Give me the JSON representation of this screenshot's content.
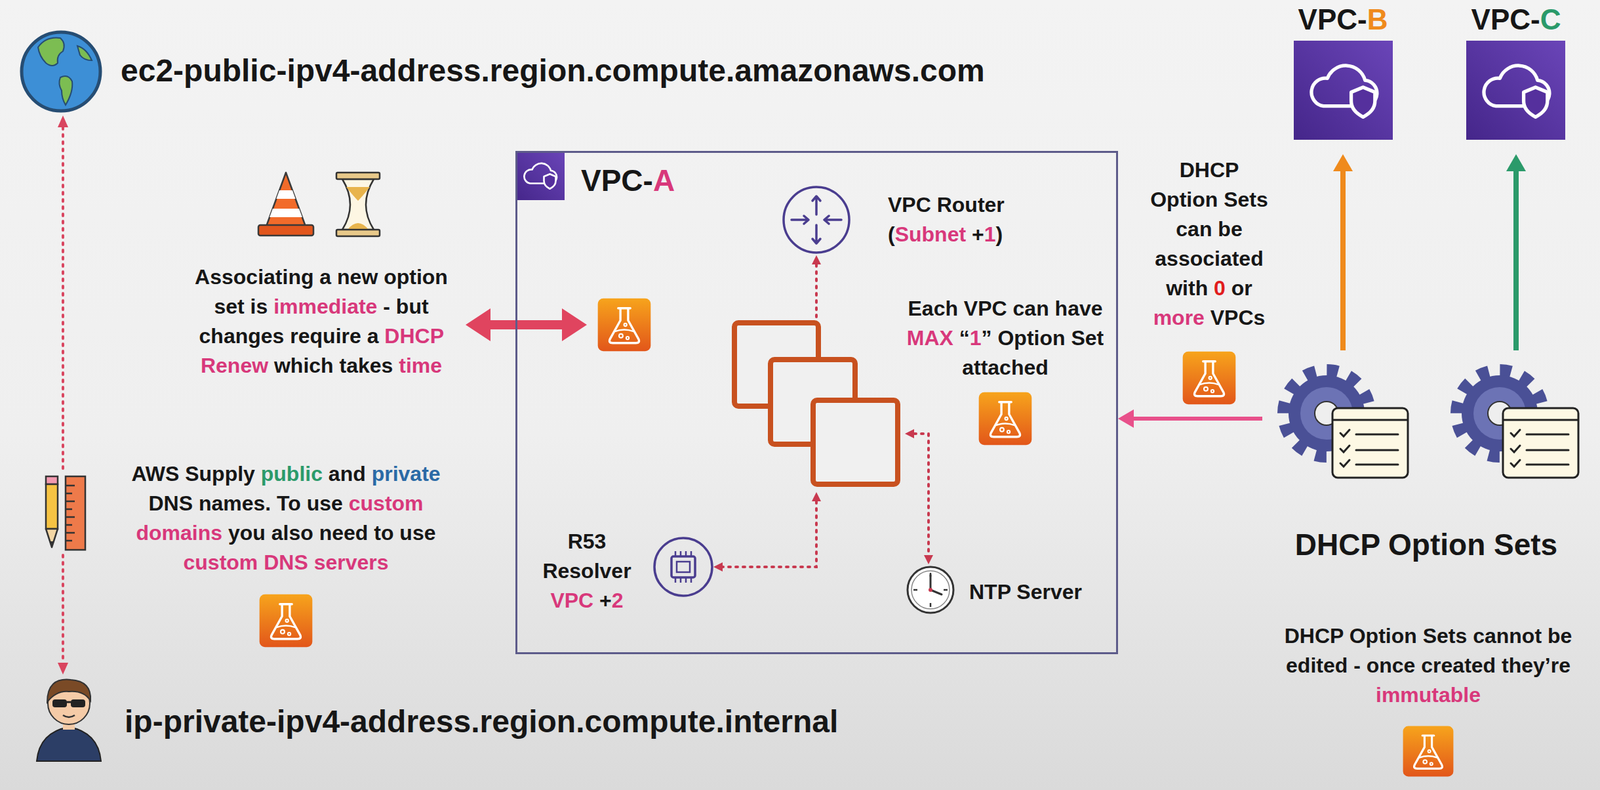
{
  "diagram": {
    "nodes": [
      {
        "text": [
          "VPC-A"
        ]
      },
      {
        "text": [
          "VPC-B"
        ]
      },
      {
        "text": [
          "VPC-C"
        ]
      },
      {
        "text": [
          "DHCP Option Sets"
        ]
      }
    ],
    "edges": [
      {
        "from": 3,
        "to": 0,
        "arrow": "to"
      },
      {
        "from": 3,
        "to": 1,
        "arrow": "to"
      },
      {
        "from": 3,
        "to": 2,
        "arrow": "to"
      }
    ],
    "labels": [
      "ec2-public-ipv4-address.region.compute.amazonaws.com",
      "Associating a new option set is immediate - but changes require a DHCP Renew which takes time",
      "VPC Router (Subnet +1)",
      "Each VPC can have MAX “1” Option Set attached",
      "DHCP Option Sets can be associated with 0 or more VPCs",
      "AWS Supply public and private DNS names. To use custom domains you also need to use custom DNS servers",
      "R53 Resolver VPC +2",
      "NTP Server",
      "DHCP Option Sets cannot be edited - once created they’re immutable",
      "ip-private-ipv4-address.region.compute.internal"
    ]
  }
}
